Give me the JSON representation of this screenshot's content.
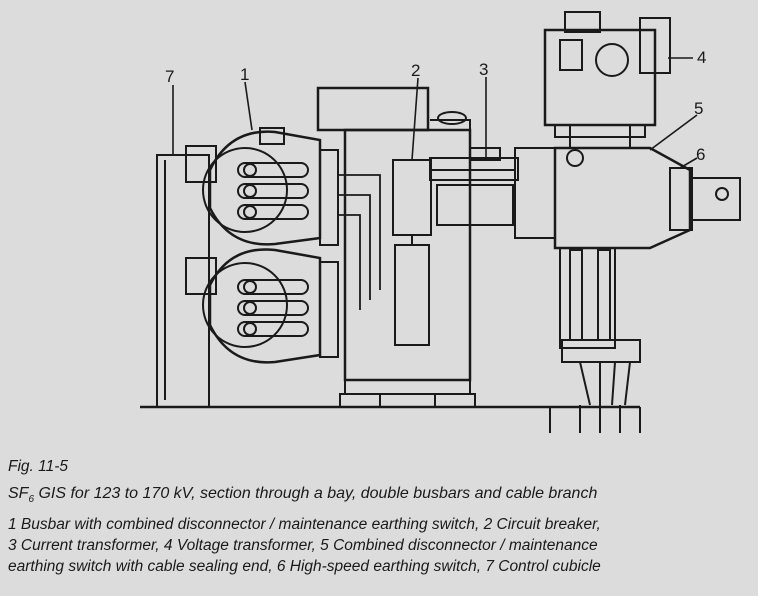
{
  "callouts": [
    "1",
    "2",
    "3",
    "4",
    "5",
    "6",
    "7"
  ],
  "caption": {
    "figure_label": "Fig. 11-5",
    "title_prefix": "SF",
    "title_subscript": "6",
    "title_rest": " GIS for 123 to 170 kV, section through a bay, double busbars and cable branch",
    "legend_lines": [
      "1 Busbar with combined disconnector / maintenance earthing switch,  2 Circuit breaker,",
      "3 Current transformer,  4 Voltage transformer,  5 Combined disconnector / maintenance",
      "earthing switch with cable sealing end,  6 High-speed earthing switch,  7 Control cubicle"
    ]
  },
  "colors": {
    "background": "#dcdcdc",
    "ink": "#1a1a1a"
  }
}
